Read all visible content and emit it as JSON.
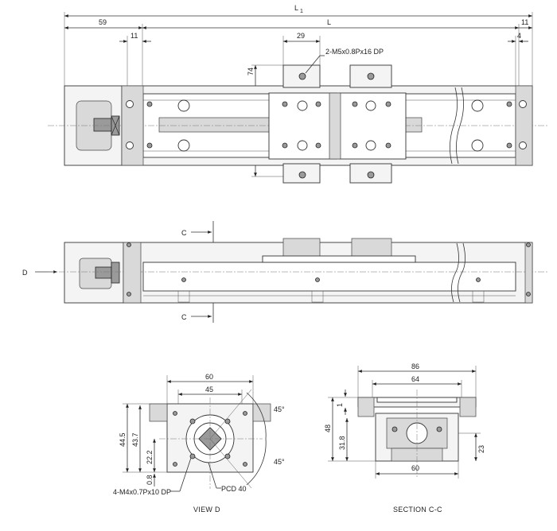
{
  "top_view": {
    "dim_l1_main": "L",
    "dim_l1_sub": "1",
    "dim_l": "L",
    "dim_59": "59",
    "dim_11_left": "11",
    "dim_11_right": "11",
    "dim_4": "4",
    "dim_29": "29",
    "dim_74": "74",
    "callout_tap": "2-M5x0.8Px16 DP"
  },
  "side_view": {
    "section_mark": "C",
    "view_mark": "D"
  },
  "view_d": {
    "dim_60": "60",
    "dim_45": "45",
    "dim_44_5": "44.5",
    "dim_43_7": "43.7",
    "dim_22_2": "22.2",
    "dim_0_8": "0.8",
    "angle_top": "45°",
    "angle_bottom": "45°",
    "callout_tap": "4-M4x0.7Px10 DP",
    "callout_pcd": "PCD 40",
    "caption": "VIEW D"
  },
  "section_cc": {
    "dim_86": "86",
    "dim_64": "64",
    "dim_60": "60",
    "dim_48": "48",
    "dim_31_8": "31.8",
    "dim_23": "23",
    "dim_1": "1",
    "caption": "SECTION C-C"
  }
}
